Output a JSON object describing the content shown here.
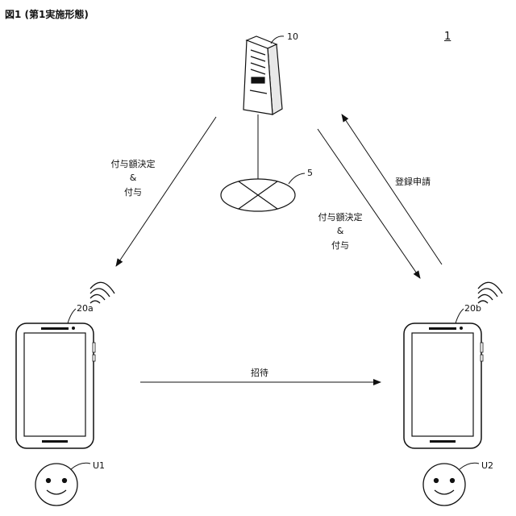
{
  "figure": {
    "title": "図1 (第1実施形態)",
    "system_ref": "1"
  },
  "server": {
    "ref": "10"
  },
  "network": {
    "ref": "5"
  },
  "terminals": [
    {
      "ref": "20a",
      "user": "U1"
    },
    {
      "ref": "20b",
      "user": "U2"
    }
  ],
  "arrows": {
    "left_label_line1": "付与額決定",
    "left_label_line2": "&",
    "left_label_line3": "付与",
    "right_label_line1": "付与額決定",
    "right_label_line2": "&",
    "right_label_line3": "付与",
    "register_label": "登録申請",
    "invite_label": "招待"
  }
}
